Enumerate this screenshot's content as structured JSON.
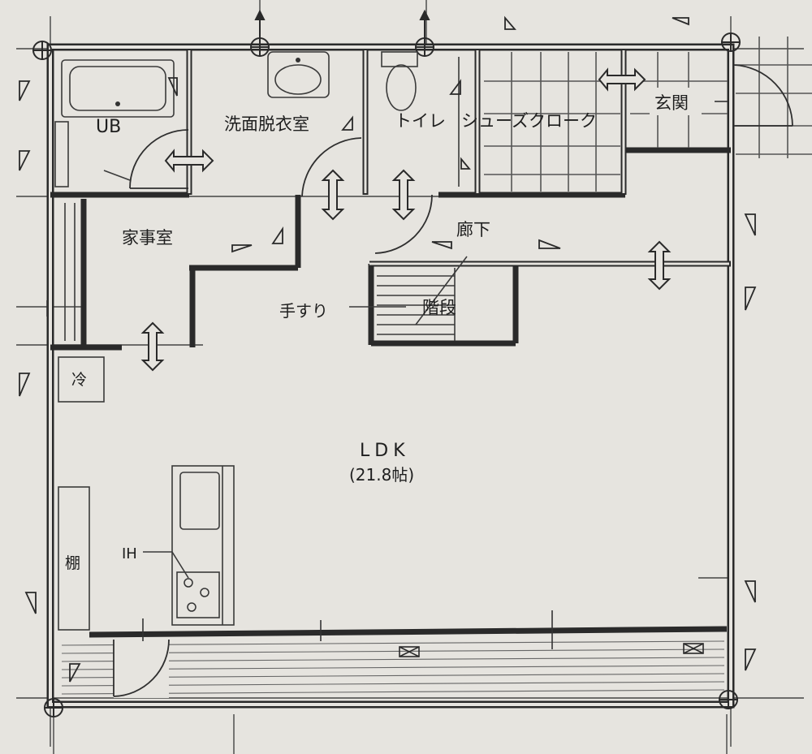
{
  "rooms": {
    "ub": "UB",
    "washroom": "洗面脱衣室",
    "toilet": "トイレ",
    "shoe_closet": "シューズクローク",
    "entrance": "玄関",
    "utility": "家事室",
    "hallway": "廊下",
    "stairs": "階段",
    "handrail": "手すり",
    "fridge": "冷",
    "shelf": "棚",
    "ih": "IH",
    "ldk": "LDK",
    "ldk_size": "(21.8帖)"
  }
}
